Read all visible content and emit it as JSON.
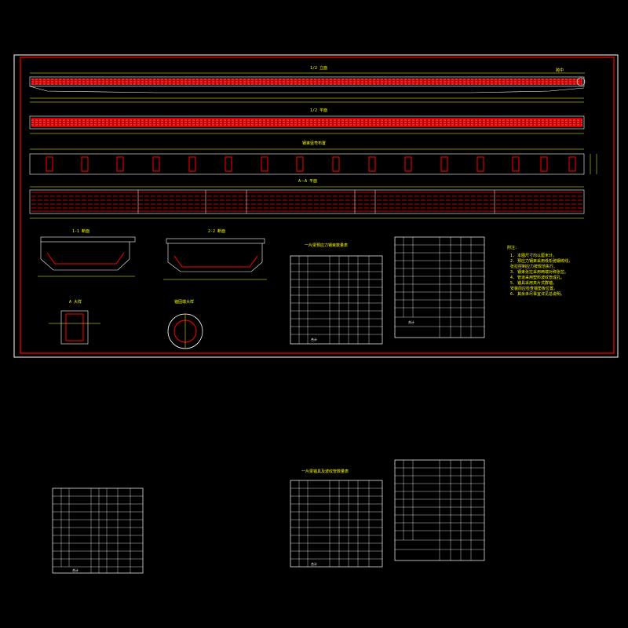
{
  "drawing": {
    "elevation_title": "1/2 立面",
    "plan_title": "1/2 平面",
    "span_label": "跨中",
    "section_view_title": "钢束竖弯布置",
    "bottom_plan_title": "A－A 平面",
    "detail_labels": [
      "1-1 断面",
      "2-2 断面",
      "A 大样",
      "锚固端大样"
    ],
    "notes_title": "附注：",
    "notes": [
      "1. 本图尺寸均以厘米计。",
      "2. 预应力钢束采用低松弛钢绞线，",
      "   张拉控制应力按规范执行。",
      "3. 钢束张拉采用两端对称张拉。",
      "4. 管道采用塑料波纹管成孔。",
      "5. 锚具采用夹片式群锚，",
      "   安装前应检查锚垫板位置。",
      "6. 其余未尽事宜详见总说明。"
    ],
    "table_titles": [
      "一片梁预应力钢束数量表",
      "一片梁锚具及波纹管数量表"
    ],
    "table_footers": [
      "合计",
      "合计",
      "合计",
      "合计"
    ]
  },
  "colors": {
    "background": "#000000",
    "frame": "#ff0000",
    "border": "#ffffff",
    "linework": "#ffff00",
    "rebar": "#ff0000",
    "tables": "#ffffff"
  }
}
